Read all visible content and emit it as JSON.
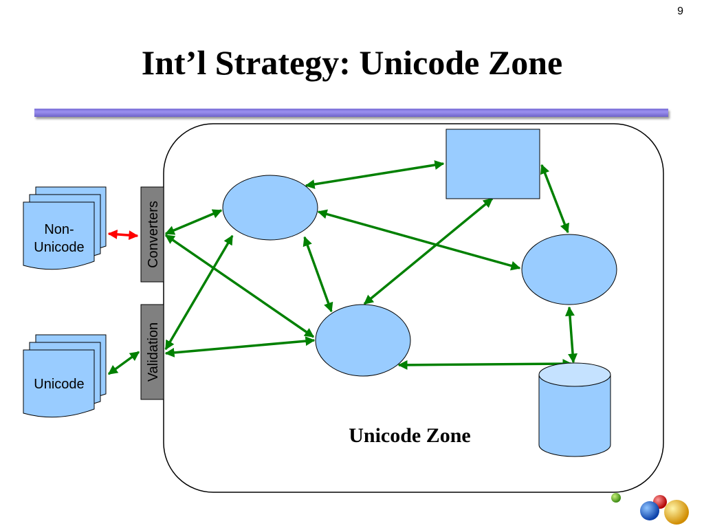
{
  "page_number": "9",
  "title": "Int’l Strategy: Unicode Zone",
  "zone_label": "Unicode Zone",
  "documents": {
    "non_unicode_line1": "Non-",
    "non_unicode_line2": "Unicode",
    "unicode": "Unicode"
  },
  "side_bars": {
    "converters": "Converters",
    "validation": "Validation"
  },
  "colors": {
    "shape_fill": "#99ccff",
    "cylinder_top": "#c5e2ff",
    "arrow_green": "#008000",
    "arrow_red": "#ff0000",
    "bar_fill": "#808080",
    "rule": "#8a7fe6"
  },
  "decorations": [
    "green-ball-icon",
    "blue-ball-icon",
    "red-ball-icon",
    "yellow-ball-icon"
  ]
}
